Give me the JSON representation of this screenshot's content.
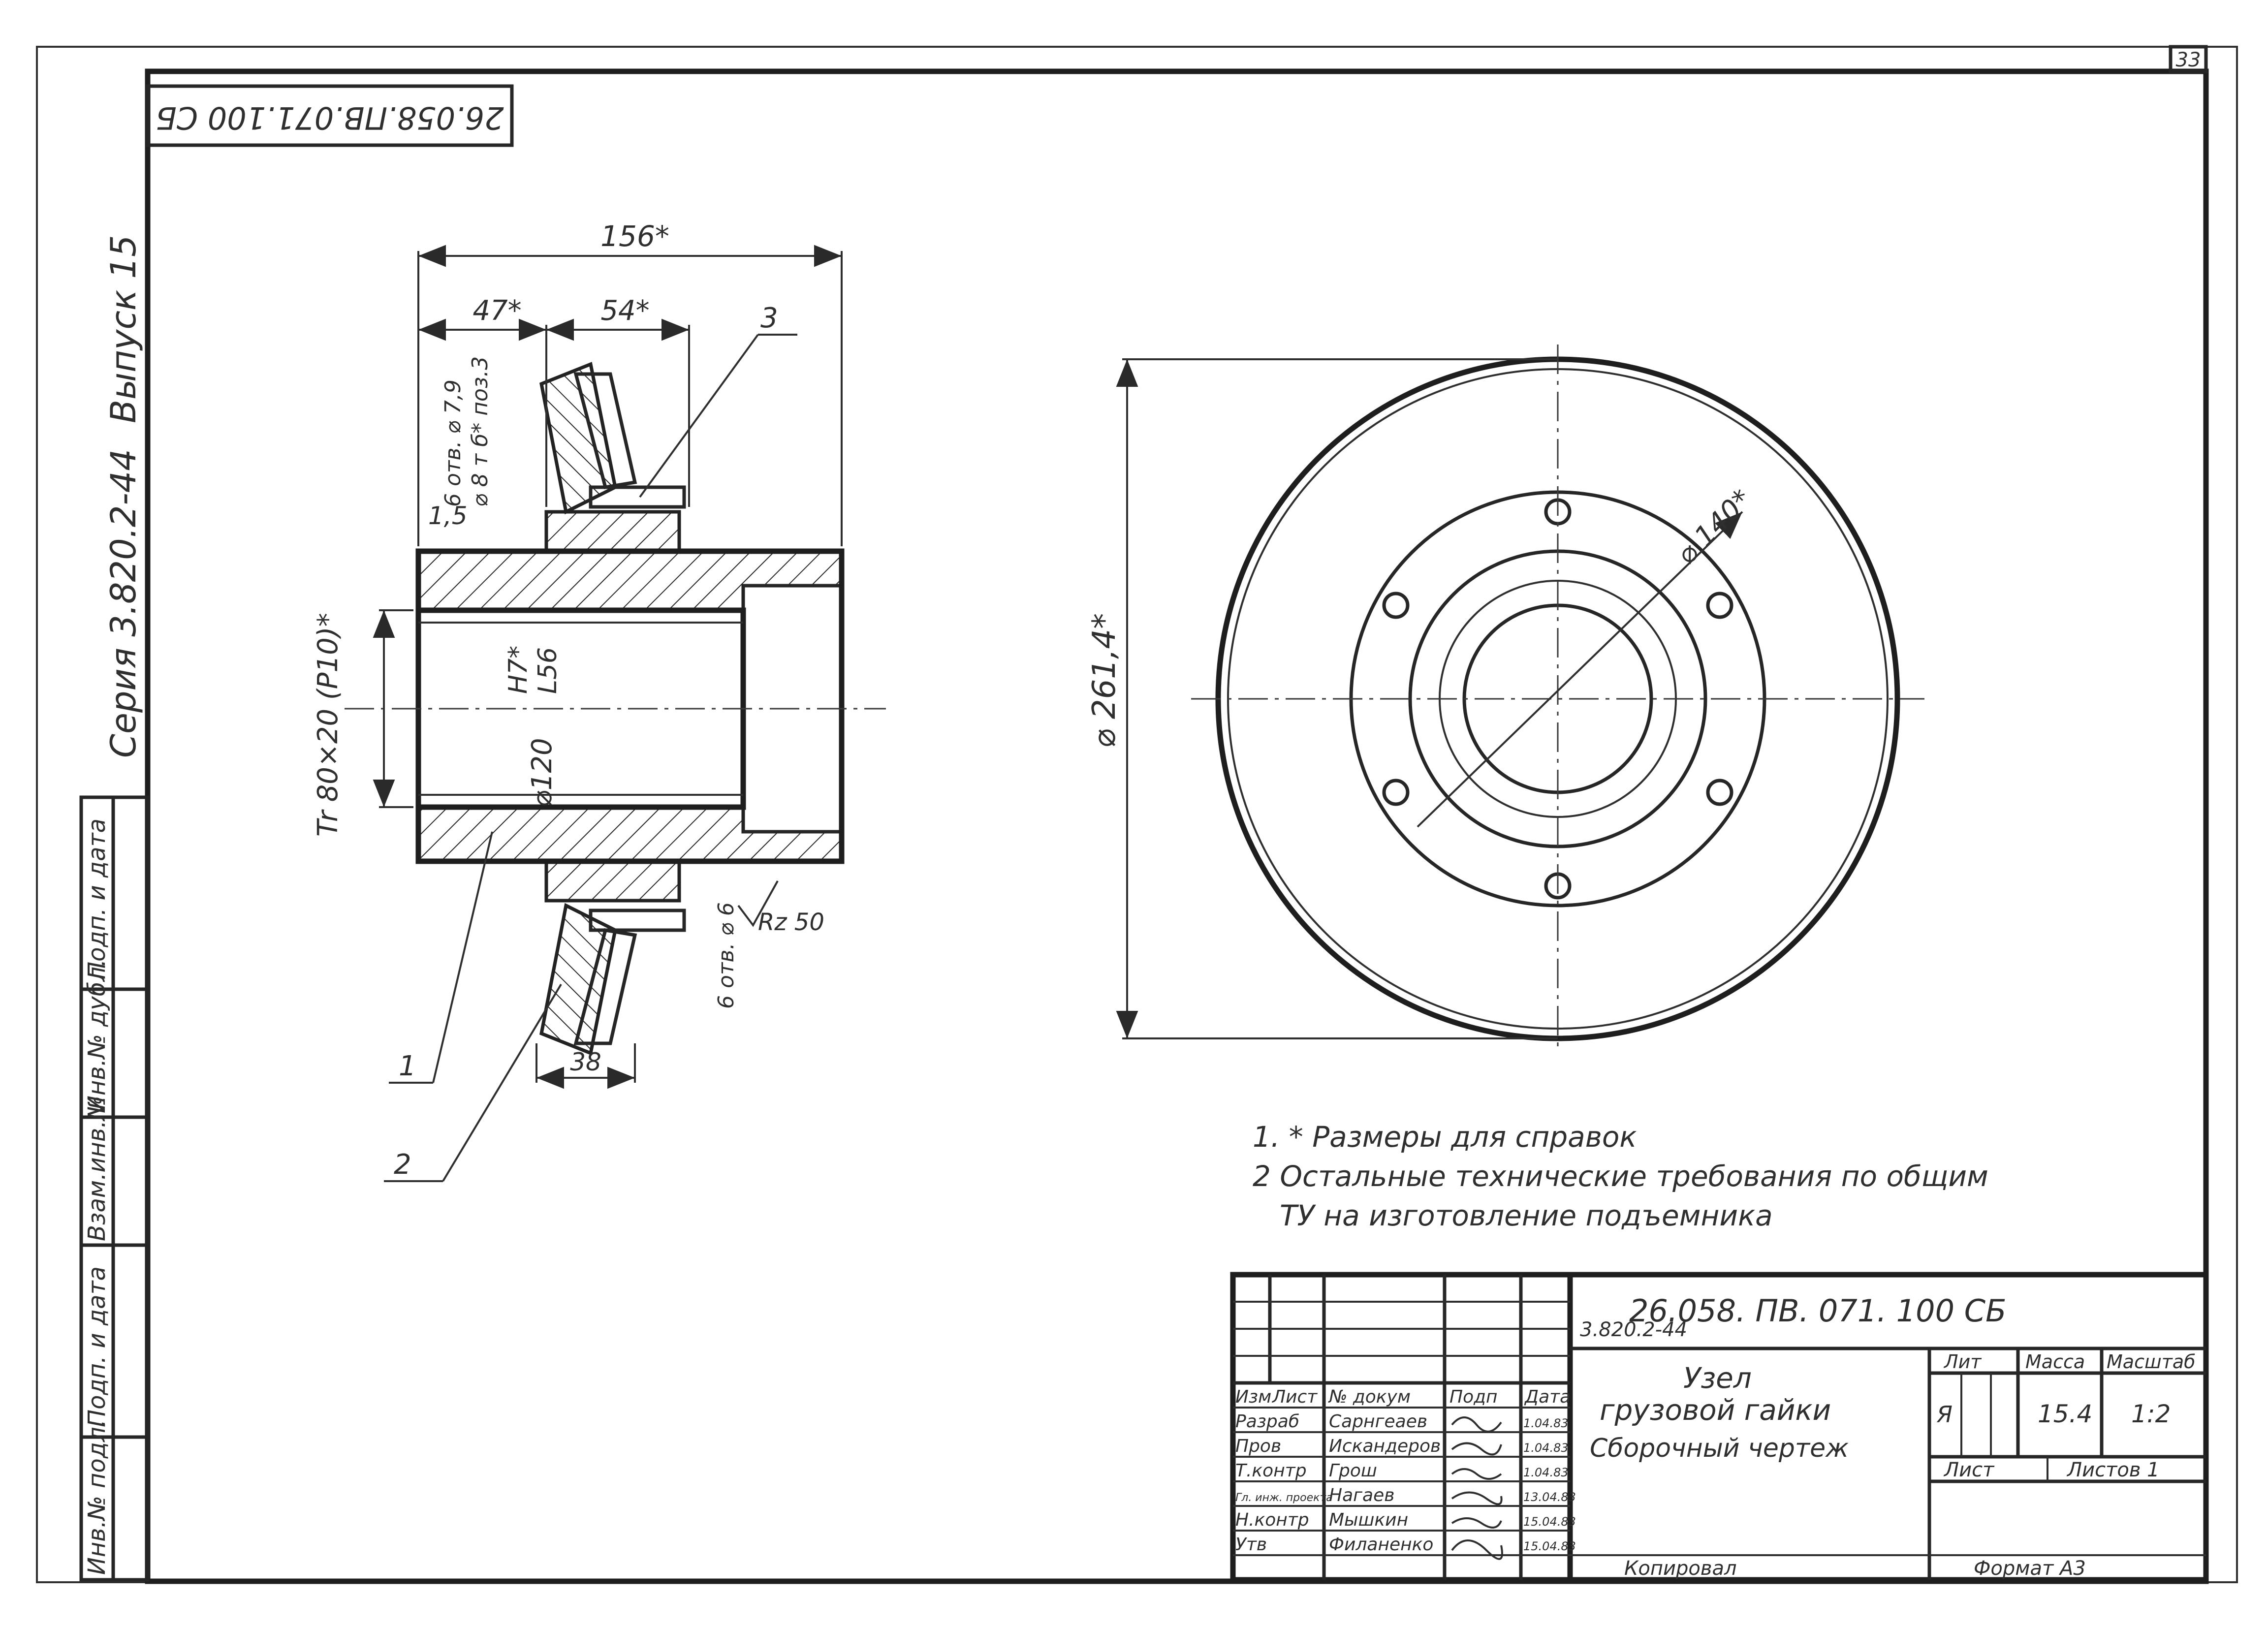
{
  "sheet_number": "33",
  "rotated_code": "26.058.ПВ.071.100 СБ",
  "series": "Серия 3.820.2-44",
  "issue": "Выпуск 15",
  "left_strip": {
    "labels": [
      "Подп. и дата",
      "Инв.№ дубл.",
      "Взам.инв.№",
      "Подп. и дата",
      "Инв.№ подл."
    ]
  },
  "section_view": {
    "dims": {
      "overall": "156*",
      "left": "47*",
      "mid": "54*",
      "bore": "⌀120",
      "fit_top": "H7*",
      "fit_bot": "L56",
      "thread": "Tr 80×20 (P10)*",
      "chamfer": "1,5",
      "holes_top_a": "6 отв. ⌀ 7,9",
      "holes_top_b": "⌀ 8 т б* поз.3",
      "holes_bottom": "6 отв. ⌀ 6",
      "roughness": "Rz 50",
      "gear_width": "38"
    },
    "callouts": [
      "1",
      "2",
      "3"
    ]
  },
  "front_view": {
    "outer_dia": "⌀ 261,4*",
    "bolt_circle": "⌀ 140*"
  },
  "notes": [
    "1. * Размеры для справок",
    "2  Остальные технические требования по общим",
    "ТУ на изготовление подъемника"
  ],
  "title_block": {
    "series_code": "3.820.2-44",
    "doc_code": "26.058. ПВ. 071. 100 СБ",
    "title_l1": "Узел",
    "title_l2": "грузовой гайки",
    "title_l3": "Сборочный чертеж",
    "col_headers": [
      "Изм",
      "Лист",
      "№ докум",
      "Подп",
      "Дата"
    ],
    "rows": [
      {
        "role": "Разраб",
        "name": "Сарнгеаев",
        "date": "1.04.83"
      },
      {
        "role": "Пров",
        "name": "Искандеров",
        "date": "1.04.83"
      },
      {
        "role": "Т.контр",
        "name": "Грош",
        "date": "1.04.83"
      },
      {
        "role": "Гл. инж. проекта",
        "name": "Нагаев",
        "date": "13.04.83"
      },
      {
        "role": "Н.контр",
        "name": "Мышкин",
        "date": "15.04.83"
      },
      {
        "role": "Утв",
        "name": "Филаненко",
        "date": "15.04.83"
      }
    ],
    "lit_header": "Лит",
    "mass_header": "Масса",
    "scale_header": "Масштаб",
    "lit": "Я",
    "mass": "15.4",
    "scale": "1:2",
    "sheet_label": "Лист",
    "sheets_label": "Листов 1",
    "copied": "Копировал",
    "format": "Формат А3"
  }
}
